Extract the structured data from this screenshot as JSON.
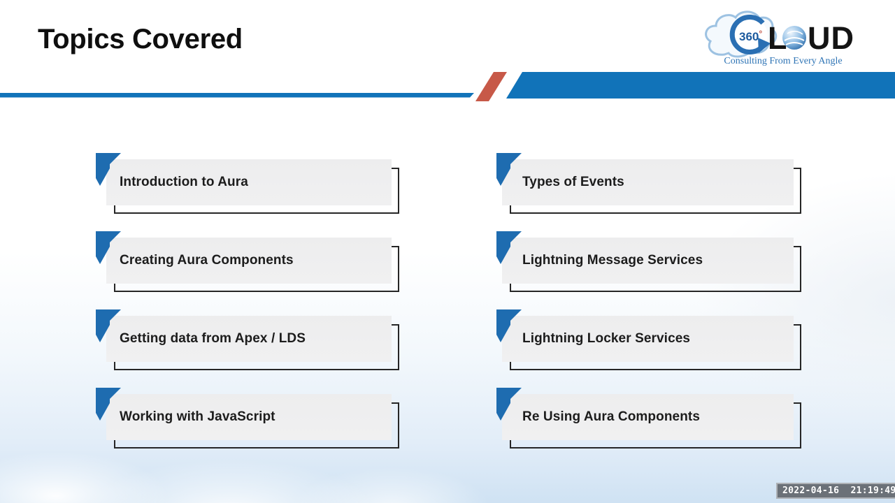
{
  "slide": {
    "title": "Topics Covered",
    "topics": [
      "Introduction to Aura",
      "Creating Aura Components",
      "Getting data from Apex / LDS",
      "Working with JavaScript",
      "Types of Events",
      "Lightning Message Services",
      "Lightning Locker Services",
      "Re Using Aura Components"
    ]
  },
  "logo": {
    "badge_number": "360",
    "degree_symbol": "°",
    "letter_l": "L",
    "letters_ud": "UD",
    "tagline": "Consulting From Every Angle"
  },
  "overlay": {
    "timestamp": "2022-04-16  21:19:49"
  },
  "colors": {
    "accent_blue": "#1173b9",
    "accent_red": "#c75948",
    "flag_blue": "#1e6cb0",
    "card_gray": "#eeeeef",
    "outline_dark": "#262626",
    "logo_blue": "#2a6fb3",
    "tagline_blue": "#2e74b5",
    "timestamp_bg": "#62676c"
  }
}
